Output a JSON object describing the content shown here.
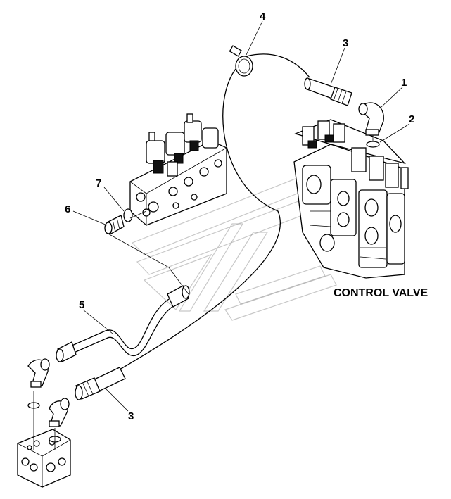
{
  "labels": {
    "title": "CONTROL VALVE",
    "c1": "1",
    "c2": "2",
    "c3a": "3",
    "c3b": "3",
    "c4": "4",
    "c5": "5",
    "c6": "6",
    "c7": "7"
  }
}
